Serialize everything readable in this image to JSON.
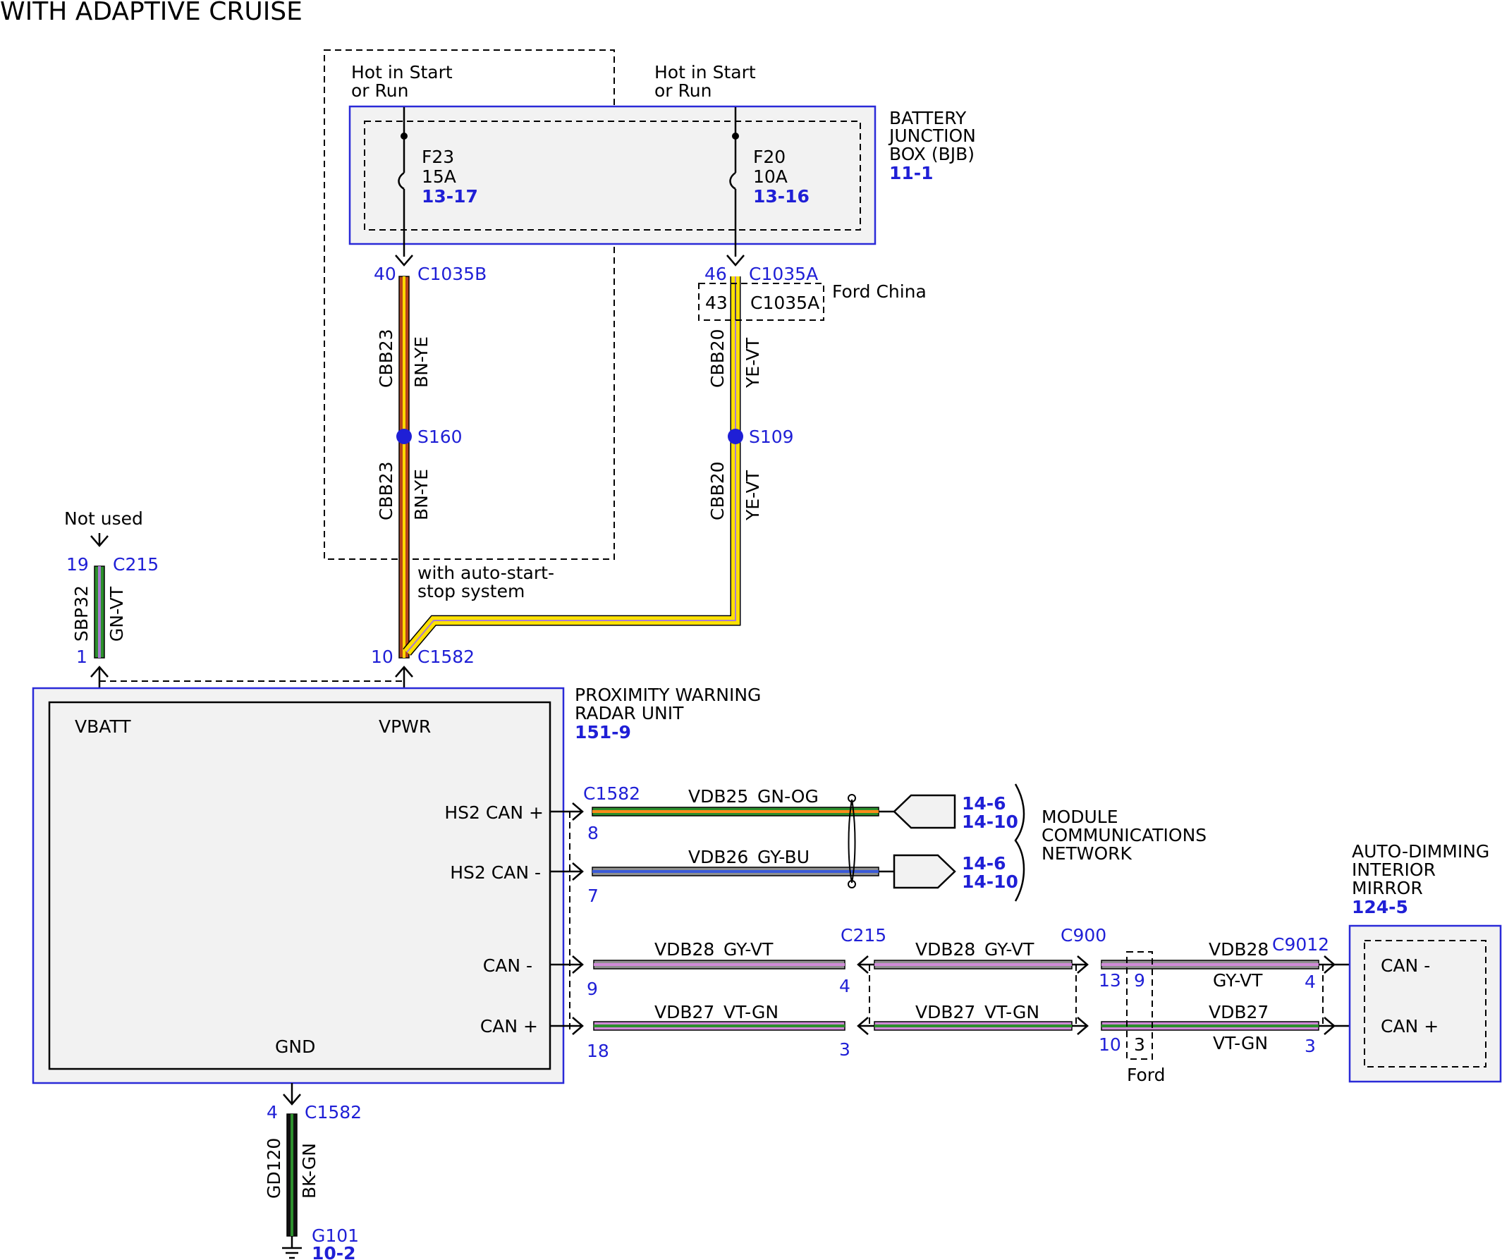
{
  "title": "WITH ADAPTIVE CRUISE",
  "colors": {
    "box_border": "#2a2ad8",
    "ref_blue": "#1f1fd6",
    "splice": "#1f1fd6",
    "bn_ye": [
      "#b5451b",
      "#ffd800"
    ],
    "ye_vt": [
      "#ffe100",
      "#a77bd1"
    ],
    "gn_vt": [
      "#2c8f2c",
      "#a77bd1"
    ],
    "gn_og": [
      "#2c8f2c",
      "#ff8c1a"
    ],
    "gy_bu": [
      "#8f8f8f",
      "#3a5ad8"
    ],
    "gy_vt": [
      "#8f8f8f",
      "#d08ad8"
    ],
    "vt_gn": [
      "#d08ad8",
      "#2c8f2c"
    ],
    "bk_gn": [
      "#111111",
      "#2c8f2c"
    ]
  },
  "bjb": {
    "label_line1": "BATTERY",
    "label_line2": "JUNCTION",
    "label_line3": "BOX (BJB)",
    "ref": "11-1",
    "fuse_left": {
      "hot1": "Hot in Start",
      "hot2": "or Run",
      "name": "F23",
      "rating": "15A",
      "ref": "13-17"
    },
    "fuse_right": {
      "hot1": "Hot in Start",
      "hot2": "or Run",
      "name": "F20",
      "rating": "10A",
      "ref": "13-16"
    }
  },
  "left_circuit": {
    "pin_top": "40",
    "conn_top": "C1035B",
    "circuit": "CBB23",
    "color": "BN-YE",
    "splice": "S160",
    "option_line1": "with auto-start-",
    "option_line2": "stop system",
    "pin_bottom": "10",
    "conn_bottom": "C1582"
  },
  "right_circuit": {
    "pin_top": "46",
    "conn_top": "C1035A",
    "alt_pin": "43",
    "alt_conn": "C1035A",
    "alt_note": "Ford China",
    "circuit": "CBB20",
    "color": "YE-VT",
    "splice": "S109"
  },
  "vbatt_circuit": {
    "note": "Not used",
    "pin_top": "19",
    "conn_top": "C215",
    "circuit": "SBP32",
    "color": "GN-VT",
    "pin_bottom": "1"
  },
  "radar": {
    "label_line1": "PROXIMITY WARNING",
    "label_line2": "RADAR UNIT",
    "ref": "151-9",
    "pins": {
      "vbatt": "VBATT",
      "vpwr": "VPWR",
      "hs2p": "HS2 CAN +",
      "hs2m": "HS2 CAN -",
      "canm": "CAN -",
      "canp": "CAN +",
      "gnd": "GND"
    }
  },
  "network": {
    "conn": "C1582",
    "hs2p": {
      "pin": "8",
      "circuit": "VDB25",
      "color": "GN-OG",
      "ref1": "14-6",
      "ref2": "14-10"
    },
    "hs2m": {
      "pin": "7",
      "circuit": "VDB26",
      "color": "GY-BU",
      "ref1": "14-6",
      "ref2": "14-10"
    },
    "label_line1": "MODULE",
    "label_line2": "COMMUNICATIONS",
    "label_line3": "NETWORK"
  },
  "can_bus": {
    "canm": {
      "pin_a": "9",
      "seg1_circuit": "VDB28",
      "seg1_color": "GY-VT",
      "conn_b": "C215",
      "pin_b": "4",
      "seg2_circuit": "VDB28",
      "seg2_color": "GY-VT",
      "conn_c": "C900",
      "pin_c": "13",
      "pin_c_alt": "9",
      "seg3_circuit": "VDB28",
      "seg3_color": "GY-VT",
      "conn_d": "C9012",
      "pin_d": "4"
    },
    "canp": {
      "pin_a": "18",
      "seg1_circuit": "VDB27",
      "seg1_color": "VT-GN",
      "pin_b": "3",
      "seg2_circuit": "VDB27",
      "seg2_color": "VT-GN",
      "pin_c": "10",
      "pin_c_alt": "3",
      "seg3_circuit": "VDB27",
      "seg3_color": "VT-GN",
      "pin_d": "3"
    },
    "ford_note": "Ford"
  },
  "mirror": {
    "label_line1": "AUTO-DIMMING",
    "label_line2": "INTERIOR",
    "label_line3": "MIRROR",
    "ref": "124-5",
    "pin_canm": "CAN -",
    "pin_canp": "CAN +"
  },
  "ground": {
    "pin": "4",
    "conn": "C1582",
    "circuit": "GD120",
    "color": "BK-GN",
    "point": "G101",
    "ref": "10-2"
  }
}
